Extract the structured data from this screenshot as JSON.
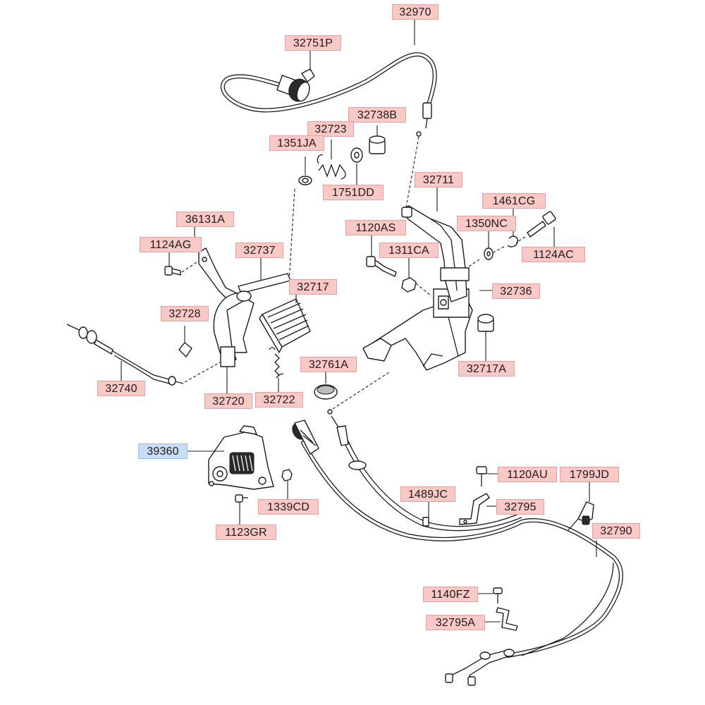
{
  "labels": {
    "p32970": "32970",
    "p32751P": "32751P",
    "p32738B": "32738B",
    "p32723": "32723",
    "p1351JA": "1351JA",
    "p1751DD": "1751DD",
    "p32711": "32711",
    "p1461CG": "1461CG",
    "p1120AS": "1120AS",
    "p1350NC": "1350NC",
    "p36131A": "36131A",
    "p1124AG": "1124AG",
    "p32737": "32737",
    "p1311CA": "1311CA",
    "p1124AC": "1124AC",
    "p32717": "32717",
    "p32736": "32736",
    "p32728": "32728",
    "p32761A": "32761A",
    "p32717A": "32717A",
    "p32740": "32740",
    "p32720": "32720",
    "p32722": "32722",
    "p39360": "39360",
    "p1120AU": "1120AU",
    "p1799JD": "1799JD",
    "p1489JC": "1489JC",
    "p32795": "32795",
    "p1339CD": "1339CD",
    "p32790": "32790",
    "p1123GR": "1123GR",
    "p1140FZ": "1140FZ",
    "p32795A": "32795A"
  },
  "highlight_colors": {
    "part_label": "#f9c9c6",
    "selected_label": "#c7ddf6"
  }
}
